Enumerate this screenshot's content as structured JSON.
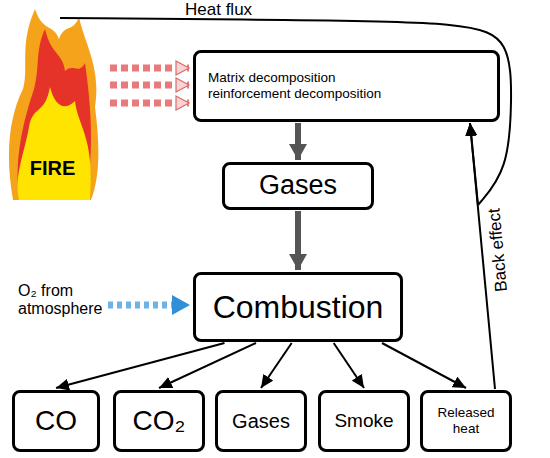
{
  "diagram": {
    "nodes": [
      {
        "text": [
          "FIRE"
        ]
      },
      {
        "text": [
          "Matrix decomposition reinforcement decomposition"
        ]
      },
      {
        "text": [
          "Gases"
        ]
      },
      {
        "text": [
          "Combustion"
        ]
      },
      {
        "text": [
          "CO"
        ]
      },
      {
        "text": [
          "CO₂"
        ]
      },
      {
        "text": [
          "Gases"
        ]
      },
      {
        "text": [
          "Smoke"
        ]
      },
      {
        "text": [
          "Released heat"
        ]
      }
    ],
    "edges": [
      {
        "from": 0,
        "to": 1,
        "arrow": "to"
      },
      {
        "from": 0,
        "to": 1,
        "label": "Heat flux",
        "arrow": "to"
      },
      {
        "from": 1,
        "to": 2,
        "arrow": "to"
      },
      {
        "from": 2,
        "to": 3,
        "arrow": "to"
      },
      {
        "from": 3,
        "to": 4,
        "arrow": "to"
      },
      {
        "from": 3,
        "to": 5,
        "arrow": "to"
      },
      {
        "from": 3,
        "to": 6,
        "arrow": "to"
      },
      {
        "from": 3,
        "to": 7,
        "arrow": "to"
      },
      {
        "from": 3,
        "to": 8,
        "arrow": "to"
      },
      {
        "from": 8,
        "to": 1,
        "label": "Back effect",
        "arrow": "to"
      }
    ],
    "labels": [
      "O₂ from atmosphere"
    ]
  }
}
